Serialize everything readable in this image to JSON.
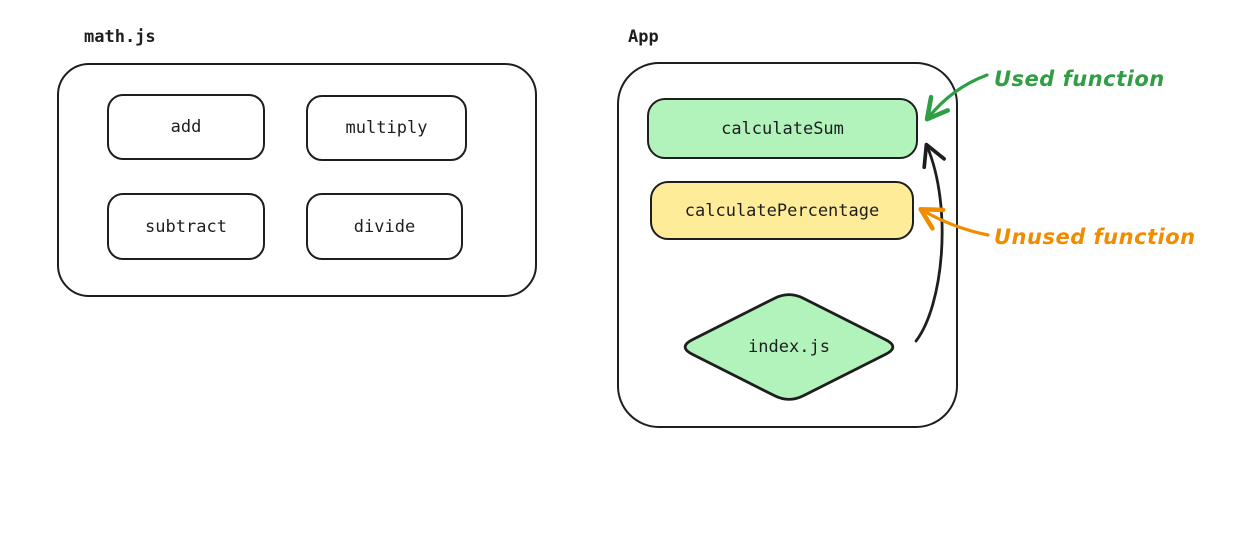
{
  "diagram": {
    "math_module": {
      "title": "math.js",
      "functions": [
        "add",
        "multiply",
        "subtract",
        "divide"
      ]
    },
    "app_module": {
      "title": "App",
      "used_function": "calculateSum",
      "unused_function": "calculatePercentage",
      "entry_node": "index.js"
    },
    "annotations": {
      "used_label": "Used function",
      "unused_label": "Unused function"
    },
    "colors": {
      "stroke": "#1e1e1e",
      "used_fill": "#b2f2bb",
      "unused_fill": "#ffec99",
      "entry_node_fill": "#b2f2bb",
      "used_accent": "#2f9e44",
      "unused_accent": "#f08c00",
      "background": "#ffffff"
    }
  }
}
